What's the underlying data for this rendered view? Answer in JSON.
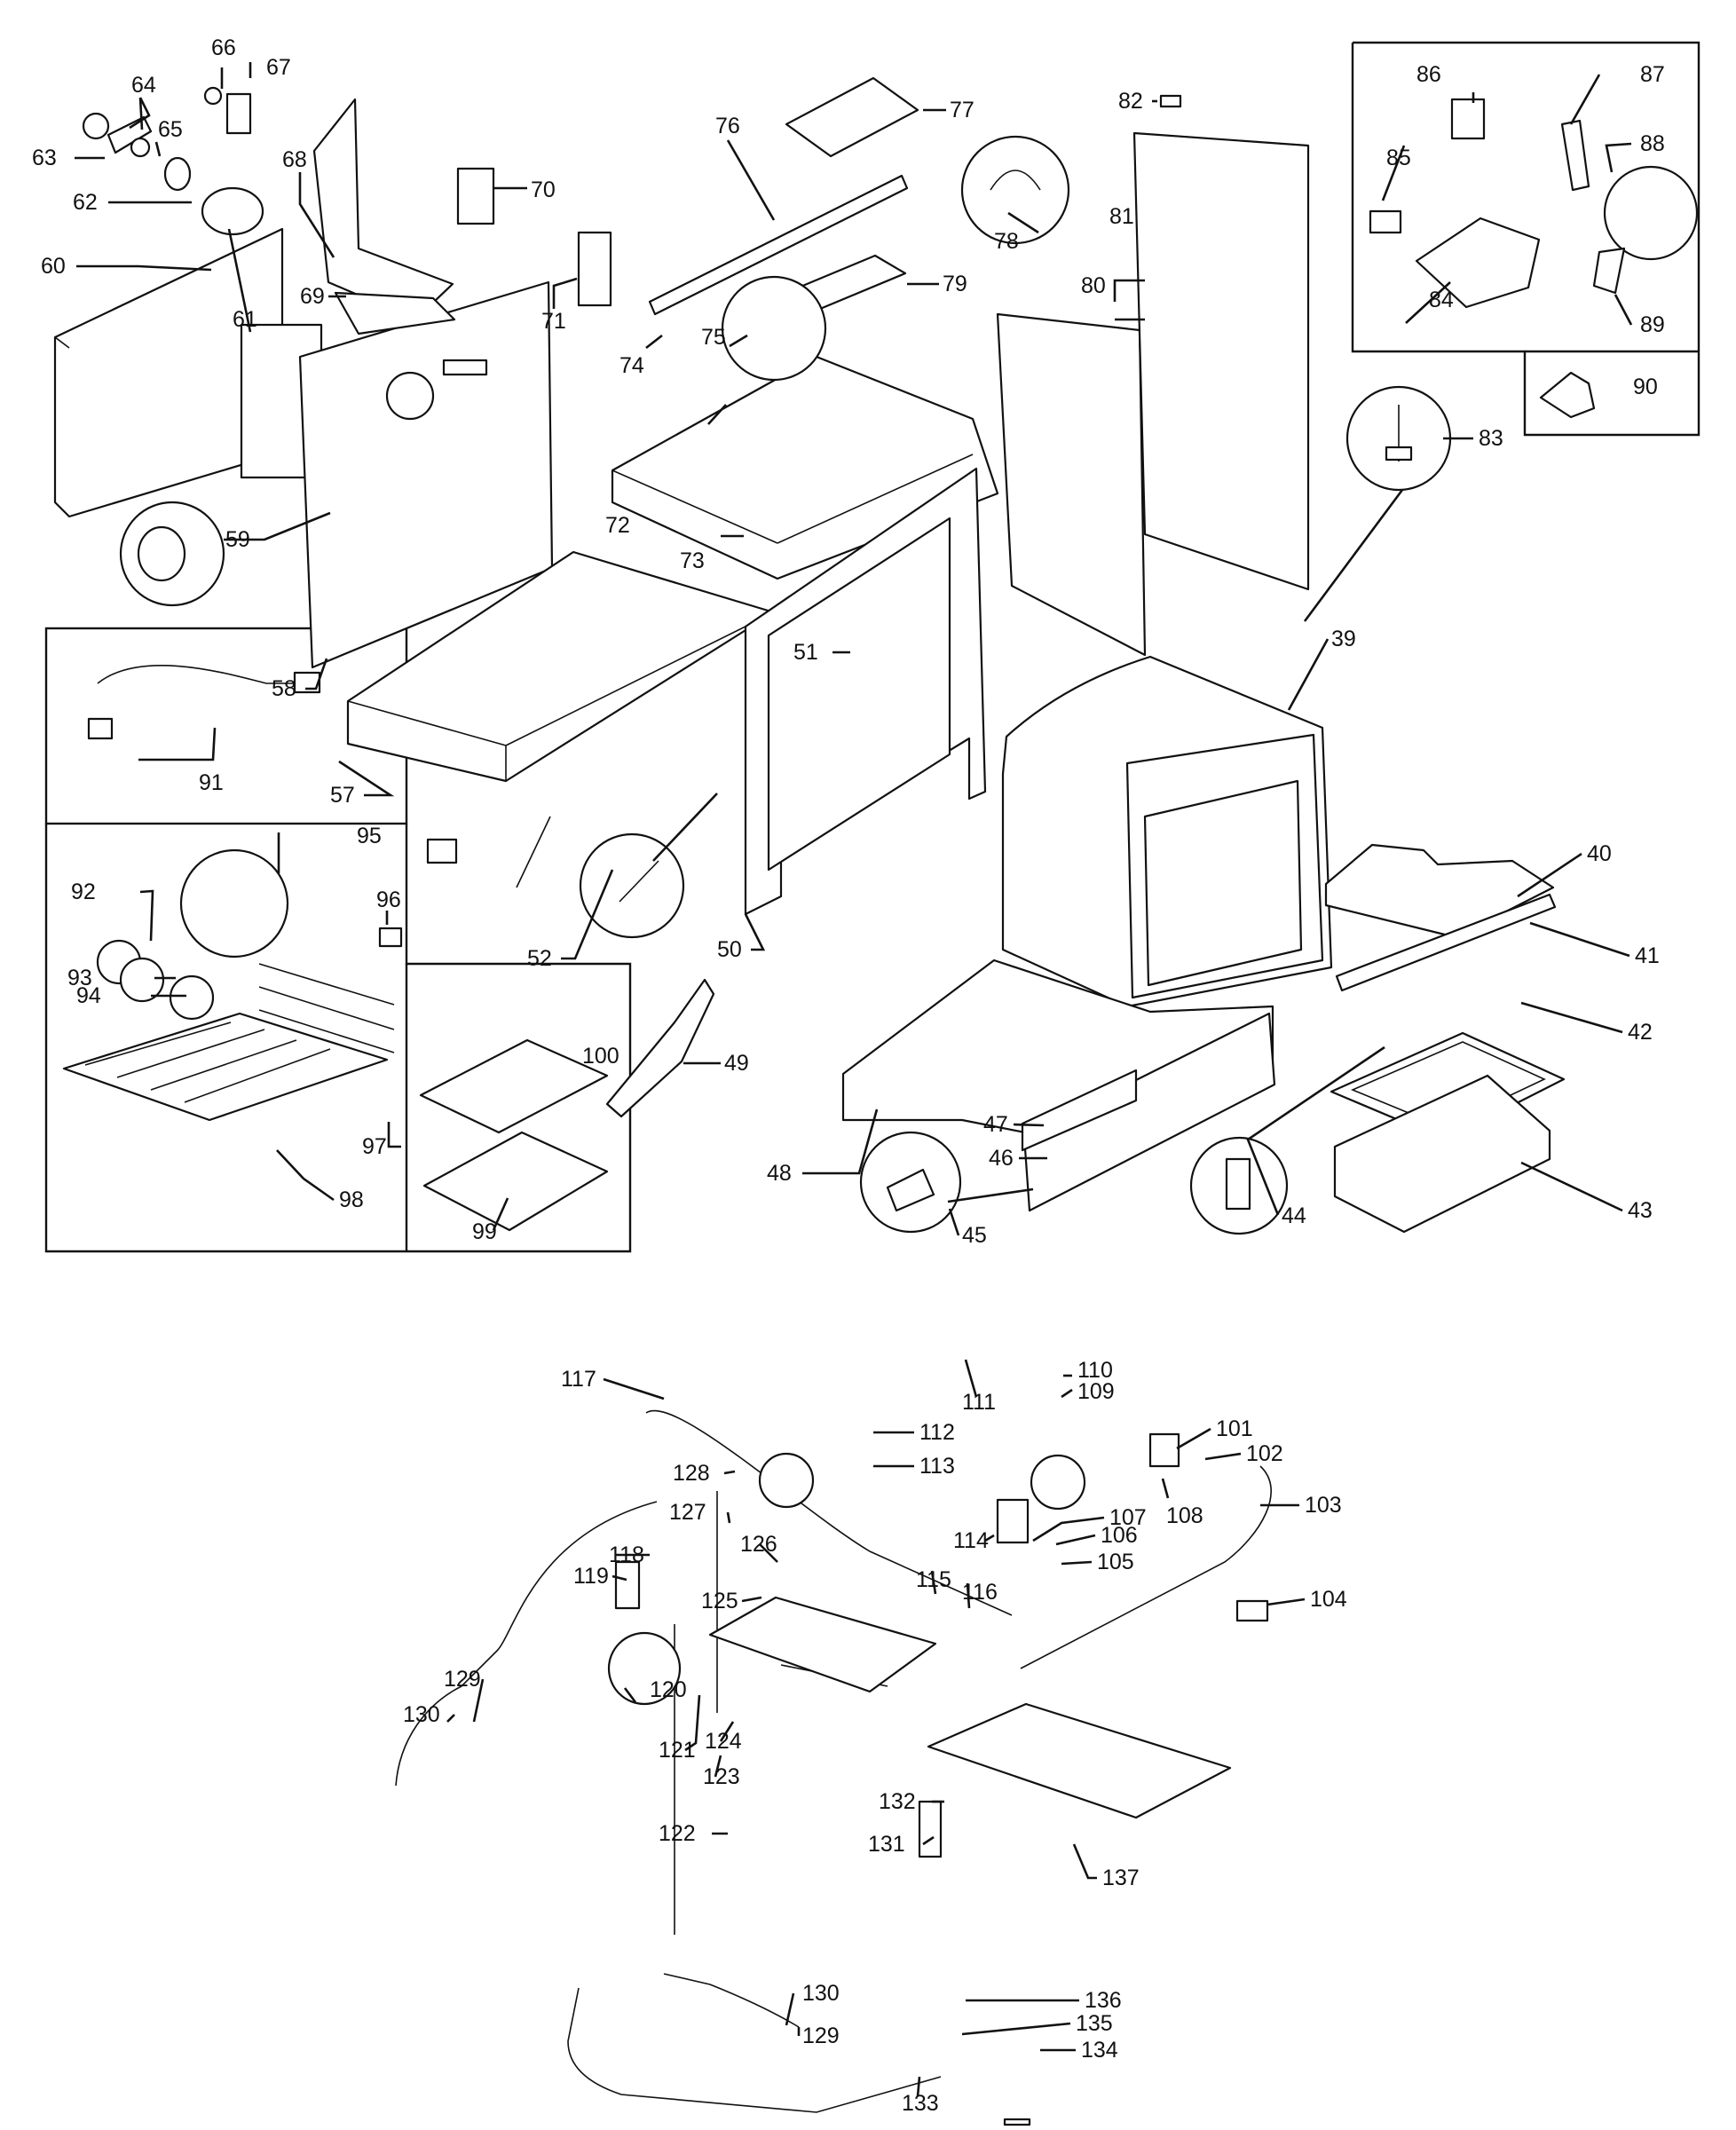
{
  "diagram": {
    "callouts": [
      {
        "id": "c39",
        "label": "39"
      },
      {
        "id": "c40",
        "label": "40"
      },
      {
        "id": "c41",
        "label": "41"
      },
      {
        "id": "c42",
        "label": "42"
      },
      {
        "id": "c43",
        "label": "43"
      },
      {
        "id": "c44",
        "label": "44"
      },
      {
        "id": "c45",
        "label": "45"
      },
      {
        "id": "c46",
        "label": "46"
      },
      {
        "id": "c47",
        "label": "47"
      },
      {
        "id": "c48",
        "label": "48"
      },
      {
        "id": "c49",
        "label": "49"
      },
      {
        "id": "c50",
        "label": "50"
      },
      {
        "id": "c51",
        "label": "51"
      },
      {
        "id": "c52",
        "label": "52"
      },
      {
        "id": "c57",
        "label": "57"
      },
      {
        "id": "c58",
        "label": "58"
      },
      {
        "id": "c59",
        "label": "59"
      },
      {
        "id": "c60",
        "label": "60"
      },
      {
        "id": "c61",
        "label": "61"
      },
      {
        "id": "c62",
        "label": "62"
      },
      {
        "id": "c63",
        "label": "63"
      },
      {
        "id": "c64",
        "label": "64"
      },
      {
        "id": "c65",
        "label": "65"
      },
      {
        "id": "c66",
        "label": "66"
      },
      {
        "id": "c67",
        "label": "67"
      },
      {
        "id": "c68",
        "label": "68"
      },
      {
        "id": "c69",
        "label": "69"
      },
      {
        "id": "c70",
        "label": "70"
      },
      {
        "id": "c71",
        "label": "71"
      },
      {
        "id": "c72",
        "label": "72"
      },
      {
        "id": "c73",
        "label": "73"
      },
      {
        "id": "c74",
        "label": "74"
      },
      {
        "id": "c75",
        "label": "75"
      },
      {
        "id": "c76",
        "label": "76"
      },
      {
        "id": "c77",
        "label": "77"
      },
      {
        "id": "c78",
        "label": "78"
      },
      {
        "id": "c79",
        "label": "79"
      },
      {
        "id": "c80",
        "label": "80"
      },
      {
        "id": "c81",
        "label": "81"
      },
      {
        "id": "c82",
        "label": "82"
      },
      {
        "id": "c83",
        "label": "83"
      },
      {
        "id": "c84",
        "label": "84"
      },
      {
        "id": "c85",
        "label": "85"
      },
      {
        "id": "c86",
        "label": "86"
      },
      {
        "id": "c87",
        "label": "87"
      },
      {
        "id": "c88",
        "label": "88"
      },
      {
        "id": "c89",
        "label": "89"
      },
      {
        "id": "c90",
        "label": "90"
      },
      {
        "id": "c91",
        "label": "91"
      },
      {
        "id": "c92",
        "label": "92"
      },
      {
        "id": "c93",
        "label": "93"
      },
      {
        "id": "c94",
        "label": "94"
      },
      {
        "id": "c95",
        "label": "95"
      },
      {
        "id": "c96",
        "label": "96"
      },
      {
        "id": "c97",
        "label": "97"
      },
      {
        "id": "c98",
        "label": "98"
      },
      {
        "id": "c99",
        "label": "99"
      },
      {
        "id": "c100",
        "label": "100"
      },
      {
        "id": "c101",
        "label": "101"
      },
      {
        "id": "c102",
        "label": "102"
      },
      {
        "id": "c103",
        "label": "103"
      },
      {
        "id": "c104",
        "label": "104"
      },
      {
        "id": "c105",
        "label": "105"
      },
      {
        "id": "c106",
        "label": "106"
      },
      {
        "id": "c107",
        "label": "107"
      },
      {
        "id": "c108",
        "label": "108"
      },
      {
        "id": "c109",
        "label": "109"
      },
      {
        "id": "c110",
        "label": "110"
      },
      {
        "id": "c111",
        "label": "111"
      },
      {
        "id": "c112",
        "label": "112"
      },
      {
        "id": "c113",
        "label": "113"
      },
      {
        "id": "c114",
        "label": "114"
      },
      {
        "id": "c115",
        "label": "115"
      },
      {
        "id": "c116",
        "label": "116"
      },
      {
        "id": "c117",
        "label": "117"
      },
      {
        "id": "c118",
        "label": "118"
      },
      {
        "id": "c119",
        "label": "119"
      },
      {
        "id": "c120",
        "label": "120"
      },
      {
        "id": "c121",
        "label": "121"
      },
      {
        "id": "c122",
        "label": "122"
      },
      {
        "id": "c123",
        "label": "123"
      },
      {
        "id": "c124",
        "label": "124"
      },
      {
        "id": "c125",
        "label": "125"
      },
      {
        "id": "c126",
        "label": "126"
      },
      {
        "id": "c127",
        "label": "127"
      },
      {
        "id": "c128",
        "label": "128"
      },
      {
        "id": "c129a",
        "label": "129"
      },
      {
        "id": "c130a",
        "label": "130"
      },
      {
        "id": "c129b",
        "label": "129"
      },
      {
        "id": "c130b",
        "label": "130"
      },
      {
        "id": "c131",
        "label": "131"
      },
      {
        "id": "c132",
        "label": "132"
      },
      {
        "id": "c133",
        "label": "133"
      },
      {
        "id": "c134",
        "label": "134"
      },
      {
        "id": "c135",
        "label": "135"
      },
      {
        "id": "c136",
        "label": "136"
      },
      {
        "id": "c137",
        "label": "137"
      }
    ]
  }
}
